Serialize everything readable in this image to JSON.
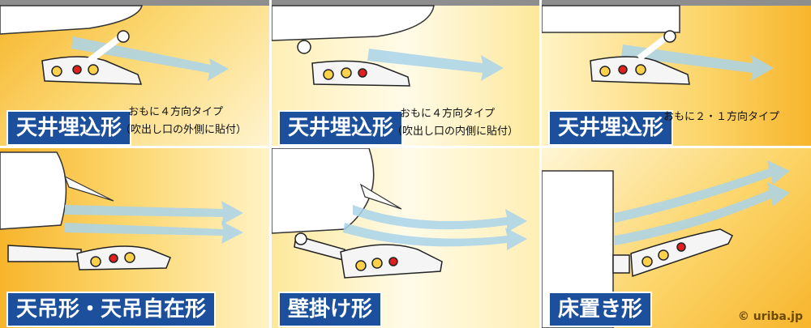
{
  "panels": [
    {
      "label": "天井埋込形",
      "note_line1": "おもに４方向タイプ",
      "note_line2": "（吹出し口の外側に貼付）"
    },
    {
      "label": "天井埋込形",
      "note_line1": "おもに４方向タイプ",
      "note_line2": "（吹出し口の内側に貼付）"
    },
    {
      "label": "天井埋込形",
      "note_line1": "おもに２・１方向タイプ"
    },
    {
      "label": "天吊形・天吊自在形"
    },
    {
      "label": "壁掛け形"
    },
    {
      "label": "床置き形"
    }
  ],
  "copyright": "© uriba.jp",
  "colors": {
    "label_bg": "#1c4f9c",
    "arrow": "#9fcde6",
    "accent_dot": "#e02020",
    "gold": "#f7b52c"
  }
}
